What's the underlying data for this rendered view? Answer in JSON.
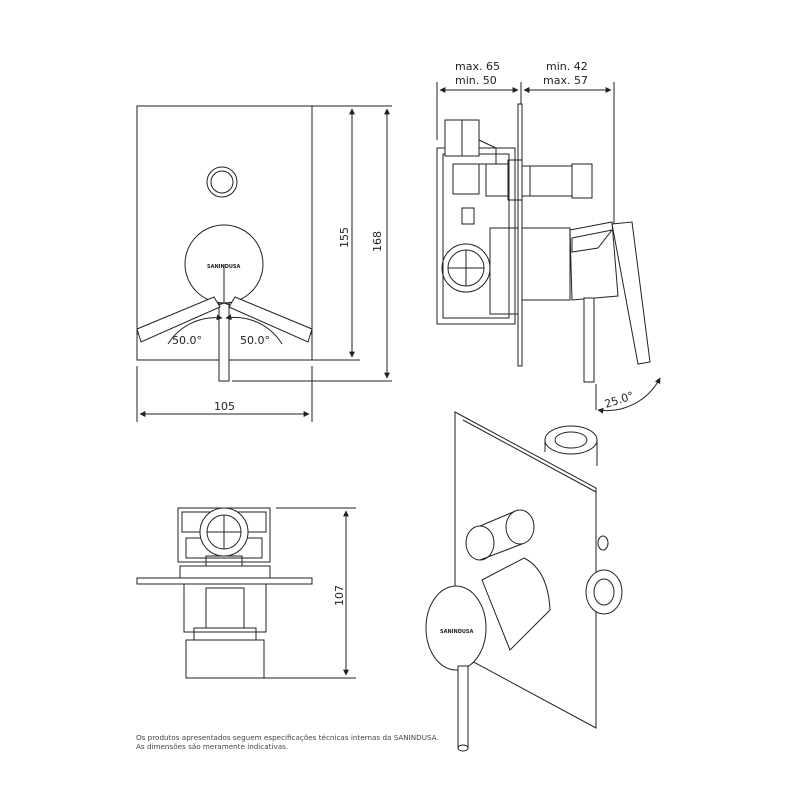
{
  "front_view": {
    "brand": "SANINDUSA",
    "dim_width": "105",
    "dim_height_inner": "155",
    "dim_height_outer": "168",
    "angle_left": "50.0°",
    "angle_right": "50.0°"
  },
  "side_view": {
    "dim_left_max": "max. 65",
    "dim_left_min": "min. 50",
    "dim_right_min": "min. 42",
    "dim_right_max": "max. 57",
    "angle": "25.0°"
  },
  "top_view": {
    "dim_height": "107"
  },
  "iso_view": {
    "brand": "SANINDUSA"
  },
  "note": {
    "line1": "Os produtos apresentados seguem especificações técnicas internas da SANINDUSA.",
    "line2": "As dimensões são meramente indicativas."
  }
}
